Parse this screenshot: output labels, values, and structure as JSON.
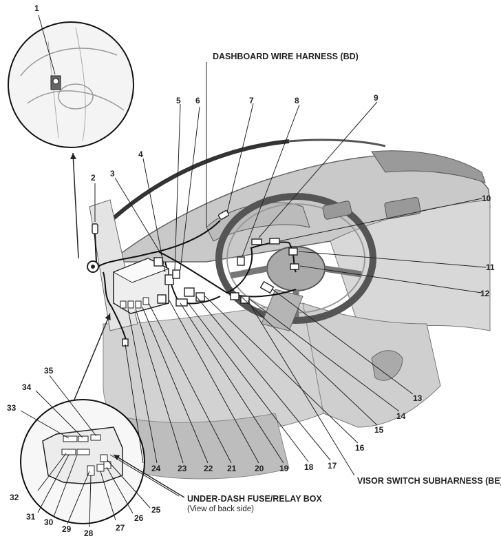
{
  "diagram": {
    "labels": {
      "dashboard_harness": "DASHBOARD WIRE HARNESS (BD)",
      "visor_subharness": "VISOR SWITCH SUBHARNESS (BE)",
      "fuse_box": "UNDER-DASH FUSE/RELAY BOX",
      "fuse_box_note": "(View of back side)"
    },
    "callouts": [
      "1",
      "2",
      "3",
      "4",
      "5",
      "6",
      "7",
      "8",
      "9",
      "10",
      "11",
      "12",
      "13",
      "14",
      "15",
      "16",
      "17",
      "18",
      "19",
      "20",
      "21",
      "22",
      "23",
      "24",
      "25",
      "26",
      "27",
      "28",
      "29",
      "30",
      "31",
      "32",
      "33",
      "34",
      "35"
    ]
  }
}
